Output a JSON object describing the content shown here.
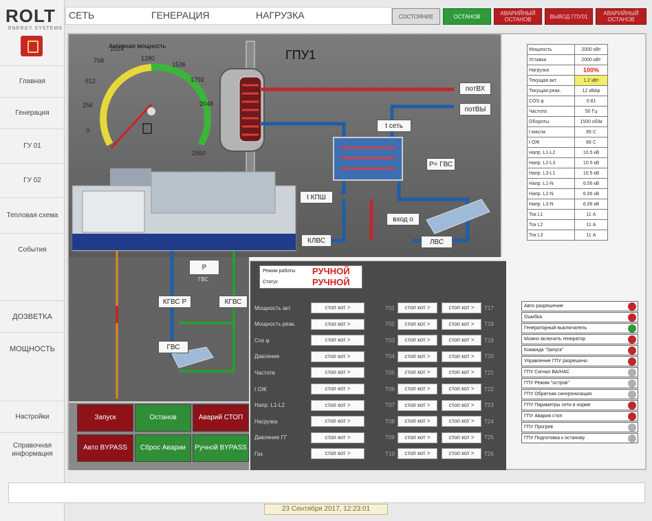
{
  "brand": {
    "name": "ROLT",
    "subtitle": "ENERGY SYSTEMS"
  },
  "sidebar": {
    "items": [
      "Главная",
      "Генерация",
      "ГУ 01",
      "ГУ 02",
      "Тепловая схема",
      "События",
      "ДОЗВЕТКА",
      "МОЩНОСТЬ",
      "Настройки",
      "Справочная информация"
    ]
  },
  "topnav": {
    "items": [
      "СЕТЬ",
      "ГЕНЕРАЦИЯ",
      "НАГРУЗКА"
    ]
  },
  "topbuttons": {
    "gray": "СОСТОЯНИЕ",
    "green": "ОСТАНОВ",
    "red1": "АВАРИЙНЫЙ ОСТАНОВ",
    "red2": "ВЫВОД ГПУ01",
    "red3": "АВАРИЙНЫЙ ОСТАНОВ"
  },
  "schematic": {
    "title": "ГПУ1",
    "gauge_title": "Активная мощность",
    "gauge_ticks": [
      "0",
      "256",
      "512",
      "768",
      "1024",
      "1280",
      "1536",
      "1792",
      "2048",
      "2560"
    ],
    "gauge_reading": "0",
    "labels": {
      "potvx": "потВХ",
      "potvy": "потВЫ",
      "t_set": "t сеть",
      "r_ghvs": "Р= ГВС",
      "t_kpsh": "t КПШ",
      "vhod": "вход о",
      "klvs": "КЛВС",
      "lvs": "ЛВС",
      "p": "Р",
      "p_sub": "ГВС",
      "kgvs_r": "КГВС Р",
      "kgvs": "КГВС",
      "gvs": "ГВС"
    }
  },
  "params": {
    "rows": [
      {
        "name": "Мощность",
        "value": "2000 кВт"
      },
      {
        "name": "Уставка",
        "value": "2000 кВт"
      },
      {
        "name": "Нагрузка",
        "value": "100%"
      },
      {
        "name": "Текущая акт.",
        "value": "1.2 кВт"
      },
      {
        "name": "Текущая реак.",
        "value": "12 кВАр"
      },
      {
        "name": "COS φ",
        "value": "0.81"
      },
      {
        "name": "Частота",
        "value": "50 Гц"
      },
      {
        "name": "Обороты",
        "value": "1500 об/м"
      },
      {
        "name": "t масла",
        "value": "85 С"
      },
      {
        "name": "t ОЖ",
        "value": "88 С"
      },
      {
        "name": "Напр. L1-L2",
        "value": "10.5 кВ"
      },
      {
        "name": "Напр. L2-L3",
        "value": "10.5 кВ"
      },
      {
        "name": "Напр. L3-L1",
        "value": "10.5 кВ"
      },
      {
        "name": "Напр. L1-N",
        "value": "6.06 кВ"
      },
      {
        "name": "Напр. L2-N",
        "value": "6.06 кВ"
      },
      {
        "name": "Напр. L3-N",
        "value": "6.06 кВ"
      },
      {
        "name": "Ток L1",
        "value": "11 А"
      },
      {
        "name": "Ток L2",
        "value": "11 А"
      },
      {
        "name": "Ток L3",
        "value": "11 А"
      }
    ]
  },
  "mode": {
    "label1": "Режим работы",
    "label2": "Статус",
    "value1": "РУЧНОЙ",
    "value2": "РУЧНОЙ"
  },
  "control_rows": [
    {
      "name": "Мощность акт.",
      "num": "T01",
      "end": "T17"
    },
    {
      "name": "Мощность реак.",
      "num": "T02",
      "end": "T18"
    },
    {
      "name": "Cos φ",
      "num": "T03",
      "end": "T19"
    },
    {
      "name": "Давление",
      "num": "T04",
      "end": "T20"
    },
    {
      "name": "Частота",
      "num": "T05",
      "end": "T21"
    },
    {
      "name": "t ОЖ",
      "num": "T06",
      "end": "T22"
    },
    {
      "name": "Напр. L1-L2",
      "num": "T07",
      "end": "T23"
    },
    {
      "name": "Нагрузка",
      "num": "T08",
      "end": "T24"
    },
    {
      "name": "Давление ГГ",
      "num": "T09",
      "end": "T25"
    },
    {
      "name": "Газ",
      "num": "T10",
      "end": "T26"
    }
  ],
  "control_field": "стоп кот >",
  "status_items": [
    {
      "text": "Авто разрешение",
      "state": "red"
    },
    {
      "text": "Ошибка",
      "state": "red"
    },
    {
      "text": "Генераторный выключатель",
      "state": "green"
    },
    {
      "text": "Можно включить генератор",
      "state": "red"
    },
    {
      "text": "Команда \"Запуск\"",
      "state": "red"
    },
    {
      "text": "Управление ГПУ разрешено",
      "state": "red"
    },
    {
      "text": "ГПУ Сигнал ВА/НАС",
      "state": "gray"
    },
    {
      "text": "ГПУ Режим \"остров\"",
      "state": "gray"
    },
    {
      "text": "ГПУ Обратная синхронизация",
      "state": "gray"
    },
    {
      "text": "ГПУ Параметры сети в норме",
      "state": "red"
    },
    {
      "text": "ГПУ Авария стоп",
      "state": "red"
    },
    {
      "text": "ГПУ Прогрев",
      "state": "gray"
    },
    {
      "text": "ГПУ Подготовка к останову",
      "state": "gray"
    }
  ],
  "controls": {
    "start": "Запуск",
    "stop": "Останов",
    "emergency": "Аварий СТОП",
    "auto_bypass": "Авто BYPASS",
    "reset": "Сброс Аварии",
    "manual_bypass": "Ручной BYPASS"
  },
  "footer": {
    "clock": "23 Сентября 2017, 12:23:01"
  },
  "colors": {
    "red": "#b51f22",
    "green": "#2e9a3a",
    "pipe_red": "#c0282b",
    "pipe_blue": "#1f5ea8",
    "pipe_green": "#2c9a32",
    "pipe_orange": "#e08a20"
  }
}
